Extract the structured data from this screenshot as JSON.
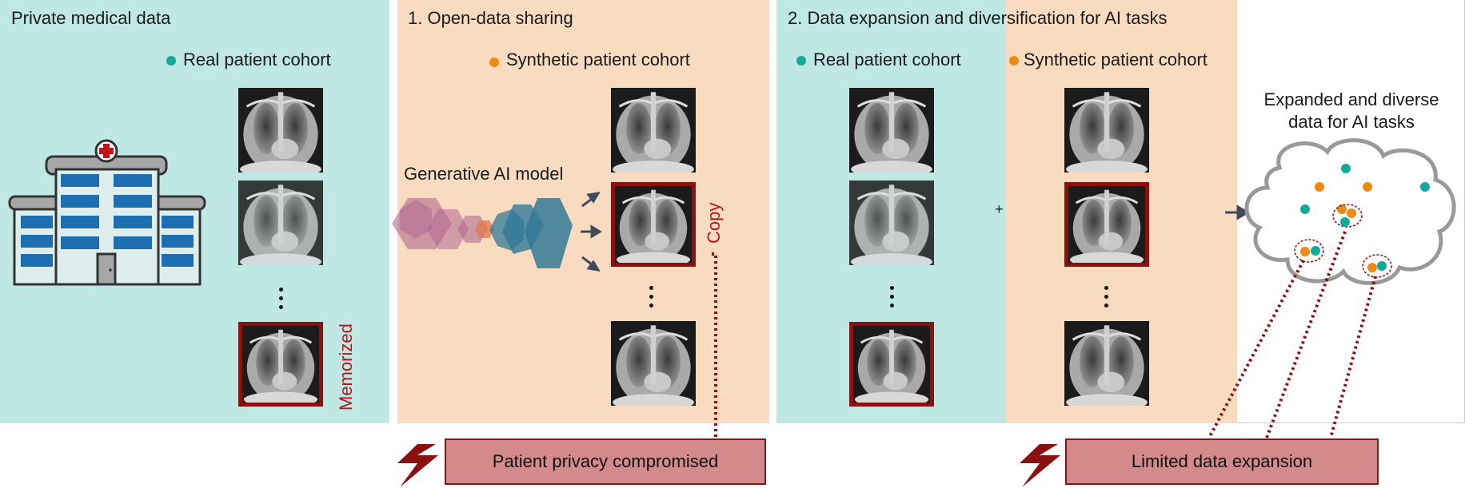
{
  "panels": {
    "private": {
      "title": "Private medical data",
      "legend": "Real patient cohort",
      "memorized_label": "Memorized"
    },
    "sharing": {
      "title": "1. Open-data sharing",
      "legend": "Synthetic patient cohort",
      "model_label": "Generative AI model",
      "copy_label": "Copy"
    },
    "expansion": {
      "title": "2. Data expansion and diversification for AI tasks",
      "legend_real": "Real patient cohort",
      "legend_synthetic": "Synthetic patient cohort",
      "plus": "+",
      "cloud_label_line1": "Expanded and diverse",
      "cloud_label_line2": "data for AI tasks"
    }
  },
  "risks": {
    "privacy": "Patient privacy compromised",
    "expansion": "Limited data expansion"
  },
  "colors": {
    "real": "#12a89a",
    "synthetic": "#ee8a12",
    "flag": "#8b1111",
    "teal_bg": "#bfe7e4",
    "peach_bg": "#f9dcc0"
  }
}
